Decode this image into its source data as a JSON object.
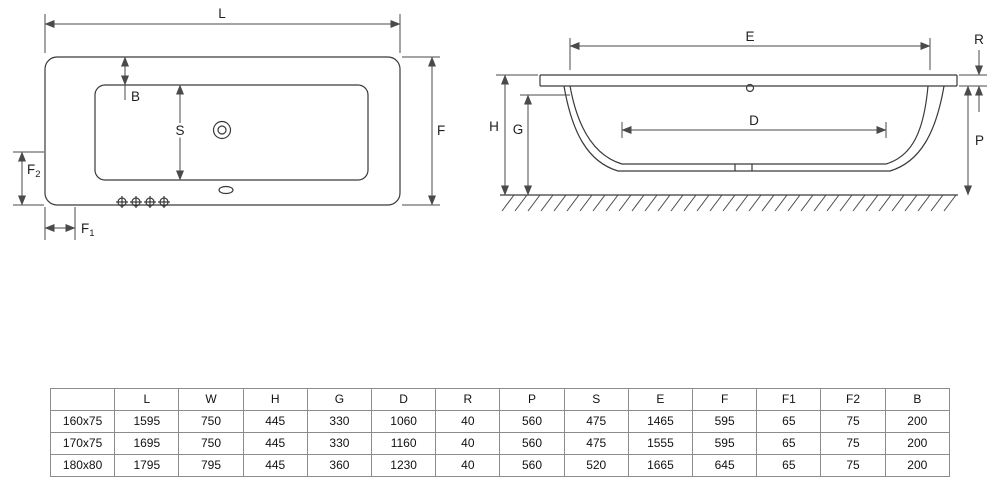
{
  "top_view": {
    "labels": {
      "length": "L",
      "b": "B",
      "s": "S",
      "f": "F",
      "f1_main": "F",
      "f1_sub": "1",
      "f2_main": "F",
      "f2_sub": "2"
    }
  },
  "side_view": {
    "labels": {
      "e": "E",
      "r": "R",
      "h": "H",
      "g": "G",
      "d": "D",
      "p": "P"
    }
  },
  "table": {
    "headers": [
      "",
      "L",
      "W",
      "H",
      "G",
      "D",
      "R",
      "P",
      "S",
      "E",
      "F",
      "F1",
      "F2",
      "B"
    ],
    "rows": [
      {
        "size": "160x75",
        "values": [
          "1595",
          "750",
          "445",
          "330",
          "1060",
          "40",
          "560",
          "475",
          "1465",
          "595",
          "65",
          "75",
          "200"
        ]
      },
      {
        "size": "170x75",
        "values": [
          "1695",
          "750",
          "445",
          "330",
          "1160",
          "40",
          "560",
          "475",
          "1555",
          "595",
          "65",
          "75",
          "200"
        ]
      },
      {
        "size": "180x80",
        "values": [
          "1795",
          "795",
          "445",
          "360",
          "1230",
          "40",
          "560",
          "520",
          "1665",
          "645",
          "65",
          "75",
          "200"
        ]
      }
    ]
  }
}
